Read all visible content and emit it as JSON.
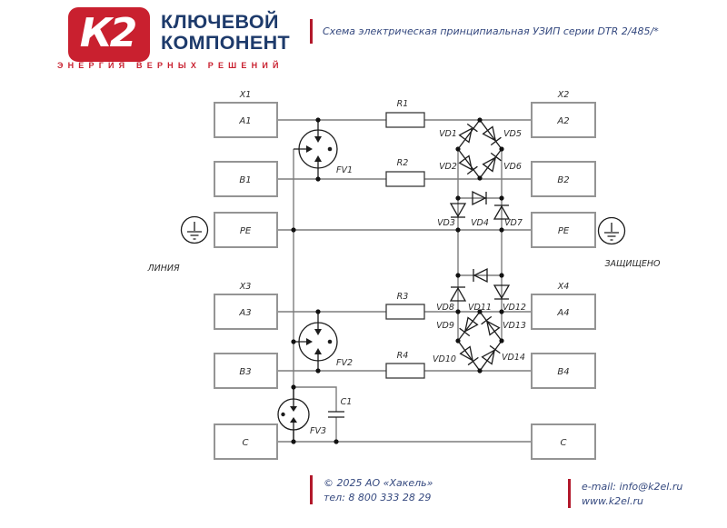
{
  "header": {
    "logo_text": "К2",
    "company_line1": "КЛЮЧЕВОЙ",
    "company_line2": "КОМПОНЕНТ",
    "tagline": "ЭНЕРГИЯ ВЕРНЫХ РЕШЕНИЙ",
    "doc_title": "Схема электрическая принципиальная УЗИП серии DTR 2/485/*"
  },
  "schematic": {
    "terminals": {
      "x1": "X1",
      "a1": "A1",
      "b1": "B1",
      "pe_left": "PE",
      "x3": "X3",
      "a3": "A3",
      "b3": "B3",
      "c_left": "C",
      "x2": "X2",
      "a2": "A2",
      "b2": "B2",
      "pe_right": "PE",
      "x4": "X4",
      "a4": "A4",
      "b4": "B4",
      "c_right": "C"
    },
    "resistors": {
      "r1": "R1",
      "r2": "R2",
      "r3": "R3",
      "r4": "R4"
    },
    "diodes": {
      "vd1": "VD1",
      "vd2": "VD2",
      "vd3": "VD3",
      "vd4": "VD4",
      "vd5": "VD5",
      "vd6": "VD6",
      "vd7": "VD7",
      "vd8": "VD8",
      "vd9": "VD9",
      "vd10": "VD10",
      "vd11": "VD11",
      "vd12": "VD12",
      "vd13": "VD13",
      "vd14": "VD14"
    },
    "arresters": {
      "fv1": "FV1",
      "fv2": "FV2",
      "fv3": "FV3"
    },
    "capacitor": {
      "c1": "C1"
    },
    "side_labels": {
      "line": "ЛИНИЯ",
      "protected": "ЗАЩИЩЕНО"
    }
  },
  "footer": {
    "copyright": "© 2025 АО «Хакель»",
    "phone": "тел: 8 800 333 28 29",
    "email": "e-mail: info@k2el.ru",
    "website": "www.k2el.ru"
  },
  "colors": {
    "brand_red": "#c9202f",
    "navy": "#1d3a6b",
    "text_blue": "#35497f"
  }
}
